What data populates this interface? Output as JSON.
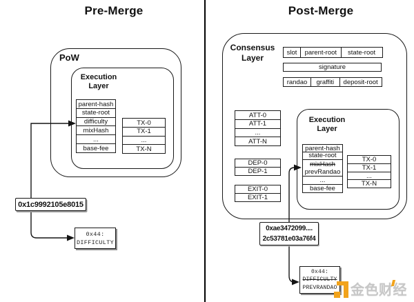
{
  "pre": {
    "title": "Pre-Merge",
    "block_label": "PoW",
    "exec_label": [
      "Execution",
      "Layer"
    ],
    "fields": [
      "parent-hash",
      "state-root",
      "difficulty",
      "mixHash",
      "...",
      "base-fee"
    ],
    "txs": [
      "TX-0",
      "TX-1",
      "...",
      "TX-N"
    ],
    "difficulty_value": "0x1c9992105e8015",
    "storage_slot": {
      "addr": "0x44:",
      "old": "DIFFICULTY"
    }
  },
  "post": {
    "title": "Post-Merge",
    "block_label": [
      "Consensus",
      "Layer"
    ],
    "header_cells": [
      "slot",
      "parent-root",
      "state-root"
    ],
    "signature_label": "signature",
    "meta_cells": [
      "randao",
      "graffiti",
      "deposit-root"
    ],
    "attestations": [
      "ATT-0",
      "ATT-1",
      "...",
      "ATT-N"
    ],
    "deposits": [
      "DEP-0",
      "DEP-1"
    ],
    "exits": [
      "EXIT-0",
      "EXIT-1"
    ],
    "exec_label": [
      "Execution",
      "Layer"
    ],
    "fields": [
      "parent-hash",
      "state-root",
      "mixHash",
      "prevRandao",
      "...",
      "base-fee"
    ],
    "txs": [
      "TX-0",
      "TX-1",
      "...",
      "TX-N"
    ],
    "randao_value": [
      "0xae3472099....",
      "2c53781e03a76f4"
    ],
    "storage_slot": {
      "addr": "0x44:",
      "old": "DIFFICULTY",
      "new": "PREVRANDAO"
    }
  },
  "watermark": {
    "brand": "金色财经",
    "accent_color": "#F2A31B",
    "text_color": "#c7c7c7"
  }
}
